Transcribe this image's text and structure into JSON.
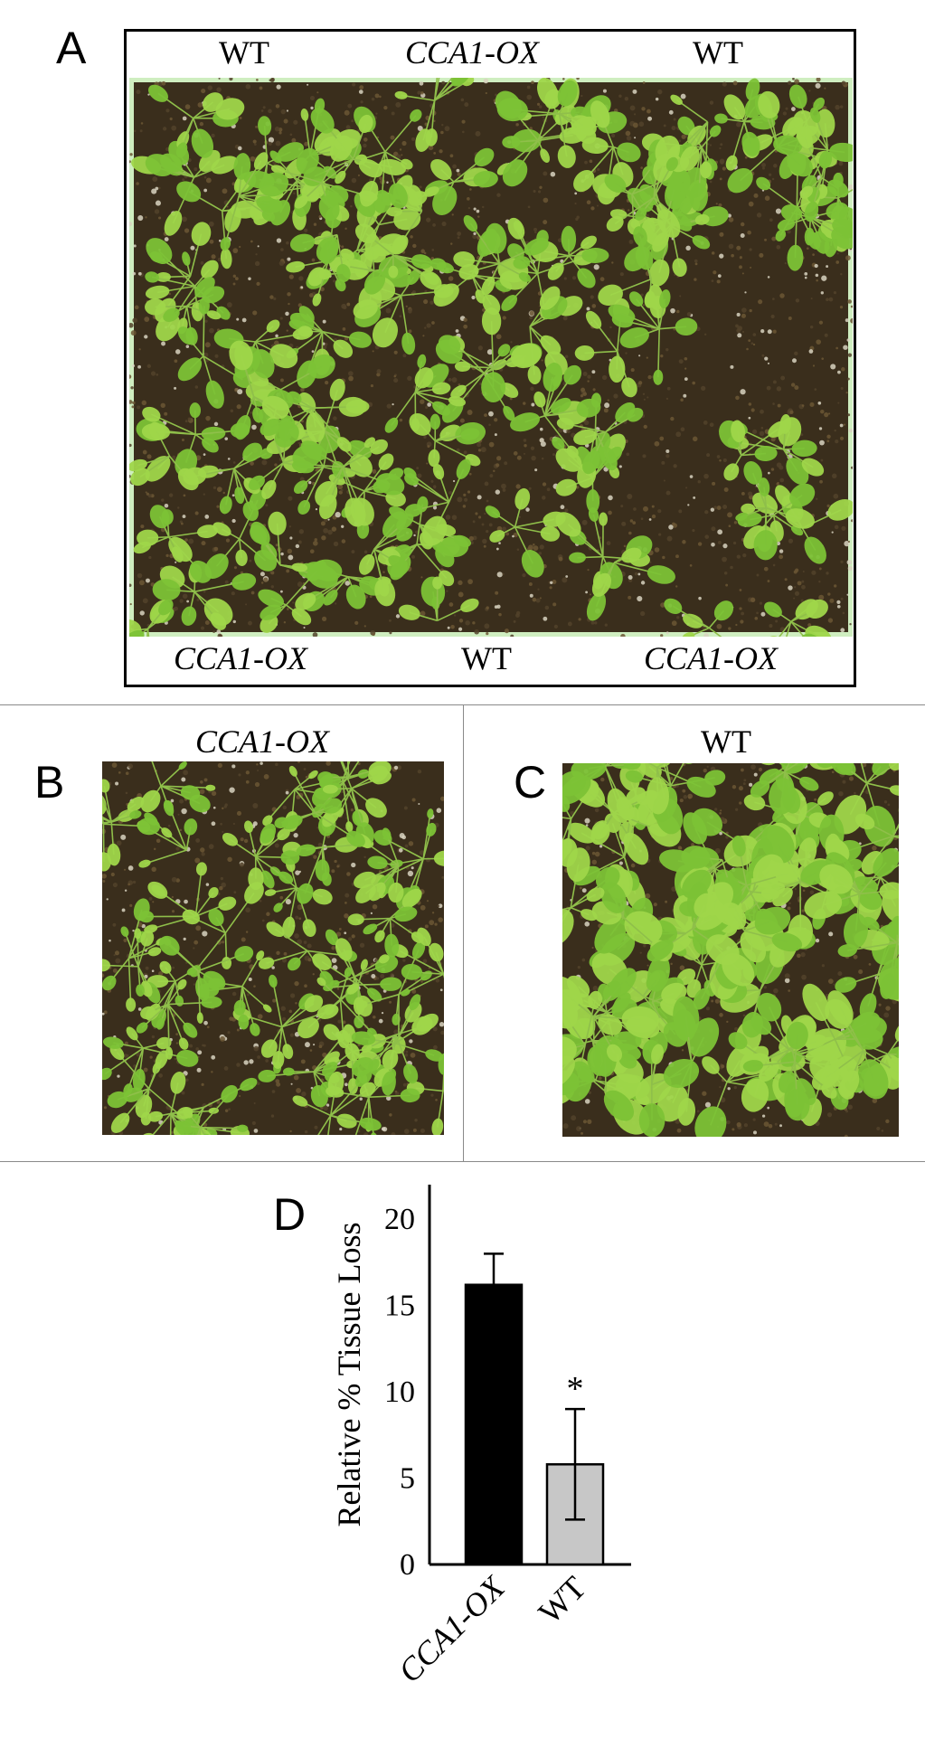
{
  "panels": {
    "A": {
      "letter": "A",
      "top_labels": [
        "WT",
        "CCA1-OX",
        "WT"
      ],
      "bottom_labels": [
        "CCA1-OX",
        "WT",
        "CCA1-OX"
      ]
    },
    "B": {
      "letter": "B",
      "label": "CCA1-OX"
    },
    "C": {
      "letter": "C",
      "label": "WT"
    },
    "D": {
      "letter": "D"
    }
  },
  "chart_data": {
    "type": "bar",
    "categories": [
      "CCA1-OX",
      "WT"
    ],
    "values": [
      16.2,
      5.8
    ],
    "errors": [
      1.8,
      3.2
    ],
    "ylabel": "Relative % Tissue Loss",
    "ylim": [
      0,
      22
    ],
    "yticks": [
      0,
      5,
      10,
      15,
      20
    ],
    "bar_colors": [
      "#000000",
      "#c7c7c7"
    ],
    "annotations": [
      {
        "category": "WT",
        "text": "*"
      }
    ],
    "grid": false,
    "legend": "none"
  },
  "colors": {
    "soil_dark": "#3a2e1c",
    "soil_mid": "#6b5634",
    "leaf_light": "#9fd64a",
    "leaf_mid": "#7cc236",
    "rim": "#cfeec0"
  }
}
